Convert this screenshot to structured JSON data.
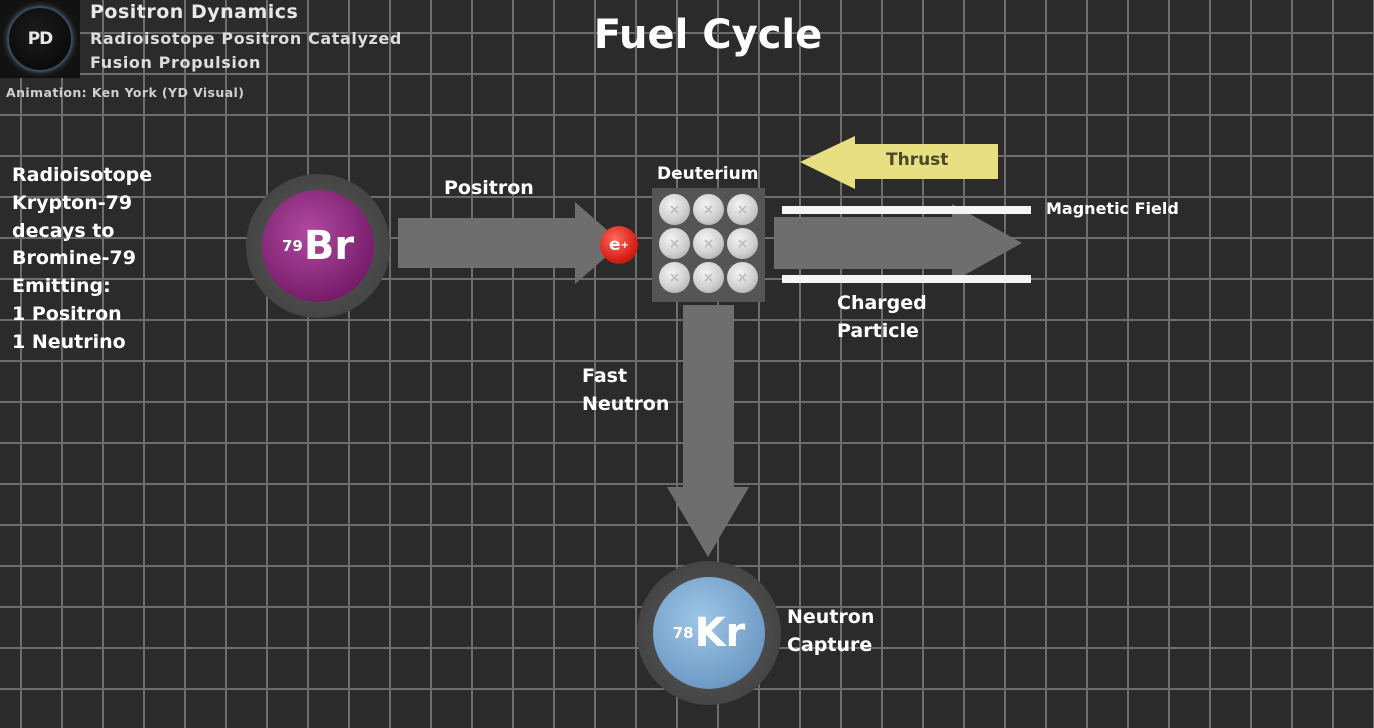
{
  "header": {
    "logo_text": "PD",
    "brand": "Positron Dynamics",
    "subtitle_line1": "Radioisotope Positron Catalyzed",
    "subtitle_line2": "Fusion Propulsion",
    "credit": "Animation: Ken York (YD Visual)"
  },
  "title": "Fuel Cycle",
  "description_lines": [
    "Radioisotope",
    "Krypton-79",
    "decays to",
    "Bromine-79",
    "Emitting:",
    "1 Positron",
    "1 Neutrino"
  ],
  "bromine": {
    "mass": "79",
    "symbol": "Br",
    "color": "#8a2a7c"
  },
  "krypton": {
    "mass": "78",
    "symbol": "Kr",
    "color": "#7ea9cf"
  },
  "positron": {
    "label": "Positron",
    "symbol": "e",
    "charge": "+",
    "color": "#e0281c"
  },
  "deuterium": {
    "label": "Deuterium",
    "ball_mark": "×"
  },
  "thrust": {
    "label": "Thrust",
    "color": "#e8df82"
  },
  "magnetic_field": {
    "label": "Magnetic Field"
  },
  "charged_particle": {
    "line1": "Charged",
    "line2": "Particle"
  },
  "fast_neutron": {
    "line1": "Fast",
    "line2": "Neutron"
  },
  "neutron_capture": {
    "line1": "Neutron",
    "line2": "Capture"
  },
  "colors": {
    "arrow": "#6e6e6e",
    "grid": "#6d6d6d",
    "background": "#2b2b2b"
  }
}
